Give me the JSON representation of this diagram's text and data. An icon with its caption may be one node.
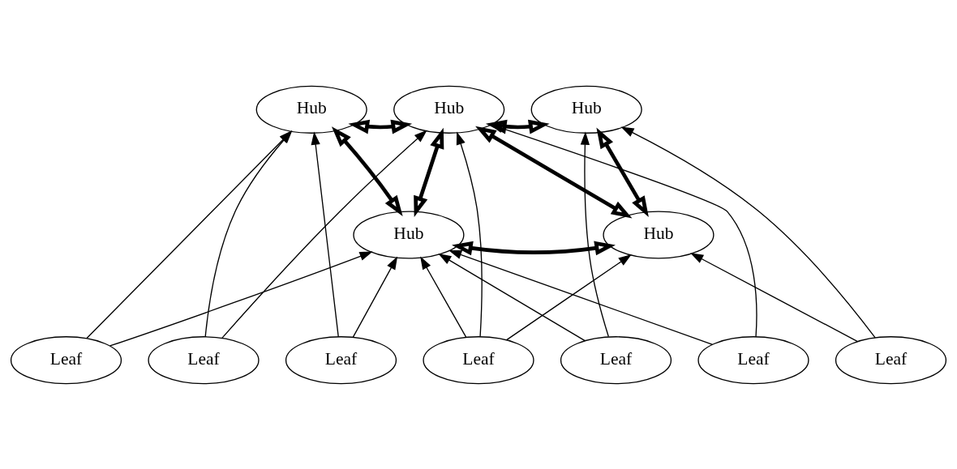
{
  "diagram": {
    "nodes": [
      {
        "text": [
          "Hub"
        ]
      },
      {
        "text": [
          "Hub"
        ]
      },
      {
        "text": [
          "Hub"
        ]
      },
      {
        "text": [
          "Hub"
        ]
      },
      {
        "text": [
          "Hub"
        ]
      },
      {
        "text": [
          "Leaf"
        ]
      },
      {
        "text": [
          "Leaf"
        ]
      },
      {
        "text": [
          "Leaf"
        ]
      },
      {
        "text": [
          "Leaf"
        ]
      },
      {
        "text": [
          "Leaf"
        ]
      },
      {
        "text": [
          "Leaf"
        ]
      },
      {
        "text": [
          "Leaf"
        ]
      }
    ],
    "edges": [
      {
        "from": 0,
        "to": 1,
        "arrow": "both",
        "style": "thick"
      },
      {
        "from": 0,
        "to": 3,
        "arrow": "both",
        "style": "thick"
      },
      {
        "from": 1,
        "to": 3,
        "arrow": "both",
        "style": "thick"
      },
      {
        "from": 1,
        "to": 2,
        "arrow": "both",
        "style": "thick"
      },
      {
        "from": 1,
        "to": 4,
        "arrow": "both",
        "style": "thick"
      },
      {
        "from": 3,
        "to": 4,
        "arrow": "both",
        "style": "thick"
      },
      {
        "from": 2,
        "to": 4,
        "arrow": "both",
        "style": "thick"
      },
      {
        "from": 5,
        "to": 0,
        "arrow": "to"
      },
      {
        "from": 5,
        "to": 3,
        "arrow": "to"
      },
      {
        "from": 6,
        "to": 0,
        "arrow": "to"
      },
      {
        "from": 6,
        "to": 1,
        "arrow": "to"
      },
      {
        "from": 7,
        "to": 0,
        "arrow": "to"
      },
      {
        "from": 7,
        "to": 3,
        "arrow": "to"
      },
      {
        "from": 8,
        "to": 3,
        "arrow": "to"
      },
      {
        "from": 8,
        "to": 1,
        "arrow": "to"
      },
      {
        "from": 8,
        "to": 4,
        "arrow": "to"
      },
      {
        "from": 9,
        "to": 3,
        "arrow": "to"
      },
      {
        "from": 9,
        "to": 2,
        "arrow": "to"
      },
      {
        "from": 10,
        "to": 1,
        "arrow": "to"
      },
      {
        "from": 10,
        "to": 3,
        "arrow": "to"
      },
      {
        "from": 11,
        "to": 4,
        "arrow": "to"
      },
      {
        "from": 11,
        "to": 2,
        "arrow": "to"
      }
    ]
  }
}
